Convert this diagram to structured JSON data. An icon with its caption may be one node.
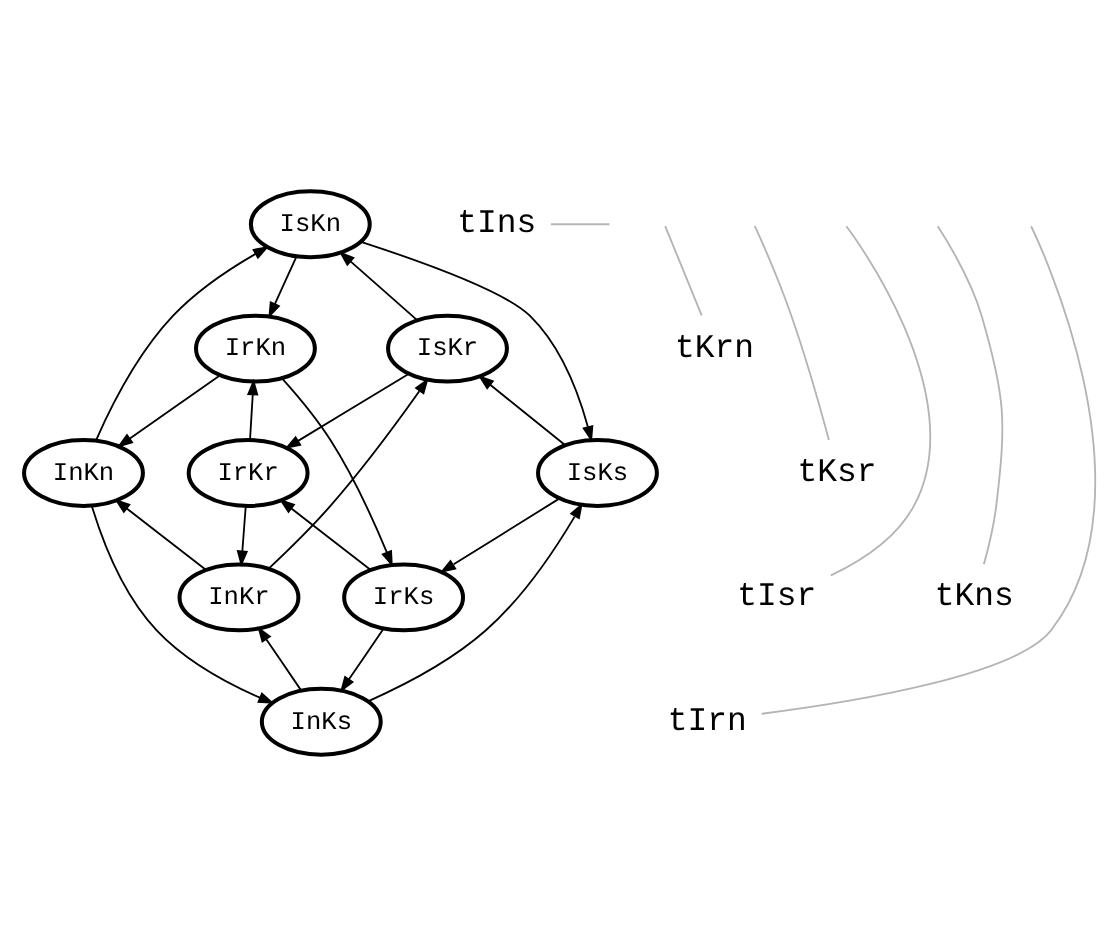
{
  "diagram": {
    "nodes": [
      {
        "text": [
          "IsKn"
        ]
      },
      {
        "text": [
          "IrKn"
        ]
      },
      {
        "text": [
          "IsKr"
        ]
      },
      {
        "text": [
          "InKn"
        ]
      },
      {
        "text": [
          "IrKr"
        ]
      },
      {
        "text": [
          "IsKs"
        ]
      },
      {
        "text": [
          "InKr"
        ]
      },
      {
        "text": [
          "IrKs"
        ]
      },
      {
        "text": [
          "InKs"
        ]
      },
      {
        "text": [
          "tIns"
        ]
      },
      {
        "text": [
          "tKrn"
        ]
      },
      {
        "text": [
          "tKsr"
        ]
      },
      {
        "text": [
          "tIsr"
        ]
      },
      {
        "text": [
          "tKns"
        ]
      },
      {
        "text": [
          "tIrn"
        ]
      }
    ],
    "edges": [
      {
        "from": 0,
        "to": 1,
        "arrow": "to"
      },
      {
        "from": 1,
        "to": 3,
        "arrow": "to"
      },
      {
        "from": 3,
        "to": 0,
        "arrow": "to"
      },
      {
        "from": 2,
        "to": 0,
        "arrow": "to"
      },
      {
        "from": 0,
        "to": 5,
        "arrow": "to"
      },
      {
        "from": 2,
        "to": 4,
        "arrow": "to"
      },
      {
        "from": 4,
        "to": 1,
        "arrow": "to"
      },
      {
        "from": 6,
        "to": 2,
        "arrow": "to"
      },
      {
        "from": 5,
        "to": 2,
        "arrow": "to"
      },
      {
        "from": 1,
        "to": 7,
        "arrow": "to"
      },
      {
        "from": 6,
        "to": 3,
        "arrow": "to"
      },
      {
        "from": 4,
        "to": 6,
        "arrow": "to"
      },
      {
        "from": 7,
        "to": 4,
        "arrow": "to"
      },
      {
        "from": 5,
        "to": 7,
        "arrow": "to"
      },
      {
        "from": 3,
        "to": 8,
        "arrow": "to"
      },
      {
        "from": 8,
        "to": 6,
        "arrow": "to"
      },
      {
        "from": 7,
        "to": 8,
        "arrow": "to"
      },
      {
        "from": 8,
        "to": 5,
        "arrow": "to"
      },
      {
        "from": 9,
        "to": null,
        "arrow": "none",
        "color": "#b4b4b4"
      },
      {
        "from": 10,
        "to": null,
        "arrow": "none",
        "color": "#b4b4b4"
      },
      {
        "from": 11,
        "to": null,
        "arrow": "none",
        "color": "#b4b4b4"
      },
      {
        "from": 12,
        "to": null,
        "arrow": "none",
        "color": "#b4b4b4"
      },
      {
        "from": 13,
        "to": null,
        "arrow": "none",
        "color": "#b4b4b4"
      },
      {
        "from": 14,
        "to": null,
        "arrow": "none",
        "color": "#b4b4b4"
      }
    ]
  }
}
